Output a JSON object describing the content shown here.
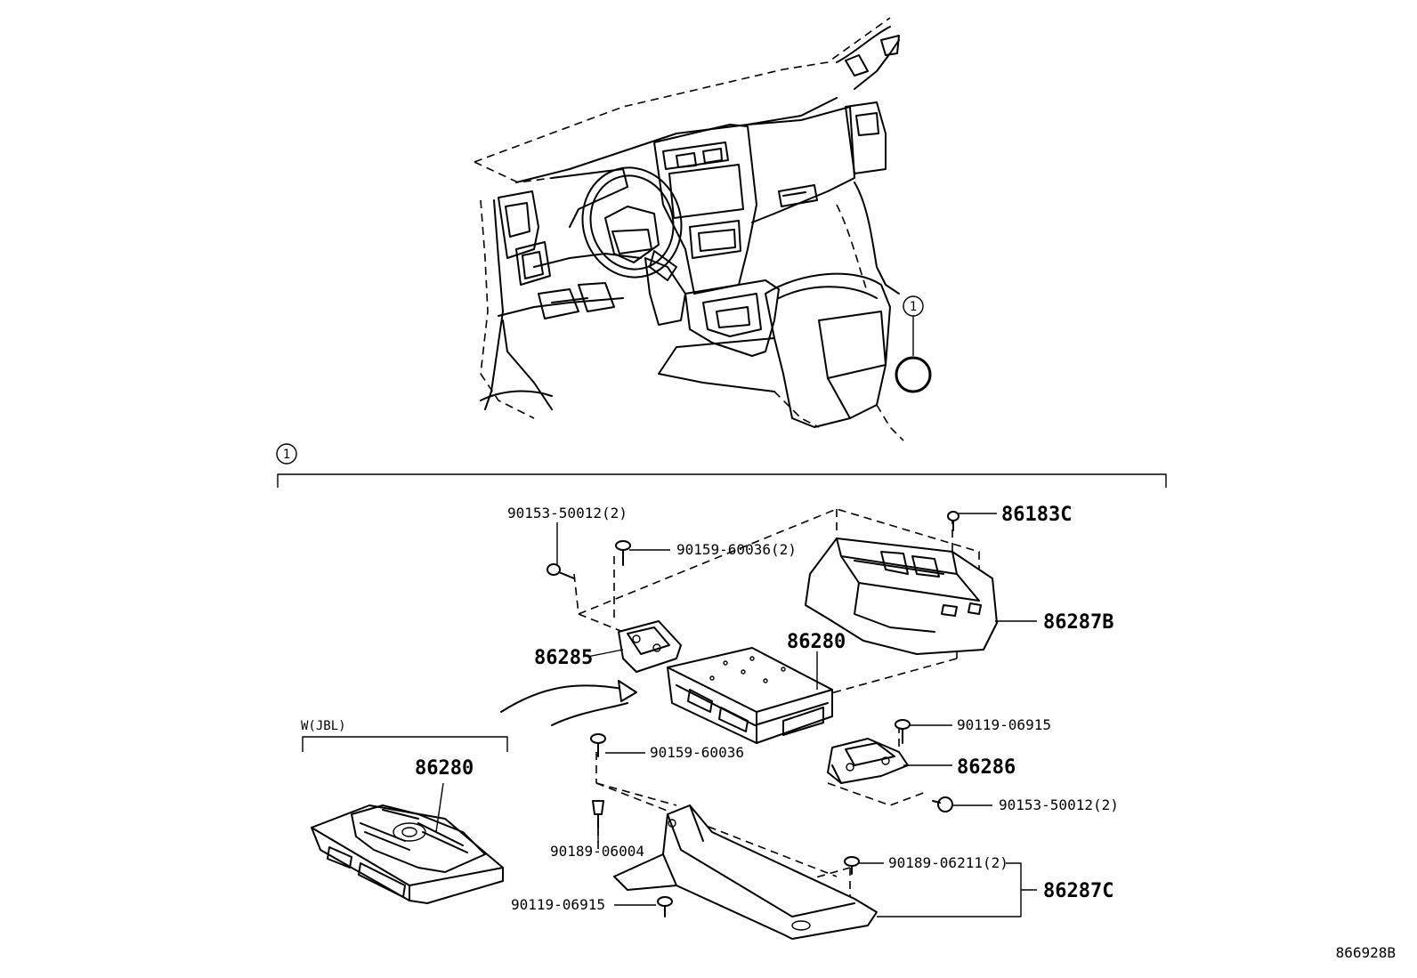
{
  "callouts": {
    "index_marker": "1",
    "section_marker": "1",
    "variant": "W(JBL)"
  },
  "parts": {
    "p86183C": "86183C",
    "p86287B": "86287B",
    "p90153_top": "90153-50012(2)",
    "p90159_top": "90159-60036(2)",
    "p86285": "86285",
    "p86280_main": "86280",
    "p86280_jbl": "86280",
    "p90119_right": "90119-06915",
    "p86286": "86286",
    "p90159_mid": "90159-60036",
    "p90153_right": "90153-50012(2)",
    "p90189_06004": "90189-06004",
    "p90189_06211": "90189-06211(2)",
    "p86287C": "86287C",
    "p90119_bottom": "90119-06915"
  },
  "figure_id": "866928B"
}
